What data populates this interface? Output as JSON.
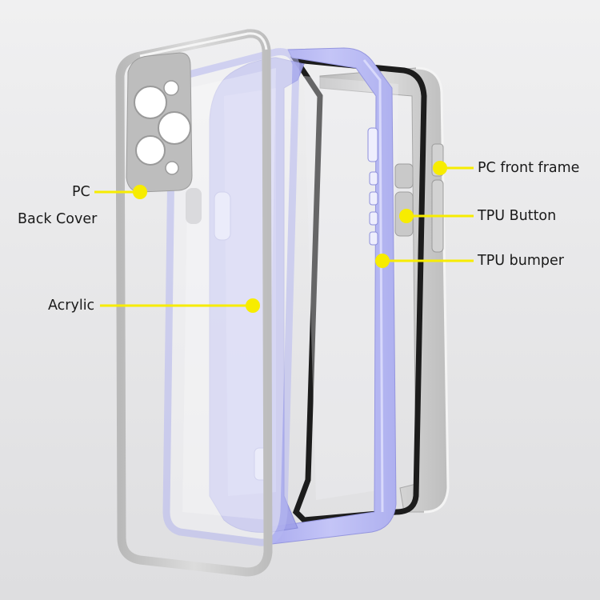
{
  "labels": {
    "pc_back_cover_line1": "PC",
    "pc_back_cover_line2": "Back Cover",
    "acrylic": "Acrylic",
    "pc_front_frame": "PC front frame",
    "tpu_button": "TPU Button",
    "tpu_bumper": "TPU bumper"
  },
  "colors": {
    "background": "#e9e9ea",
    "callout": "#f7ec00",
    "pc_frame": "#c8c8c8",
    "tpu": "#b7b9f2"
  }
}
